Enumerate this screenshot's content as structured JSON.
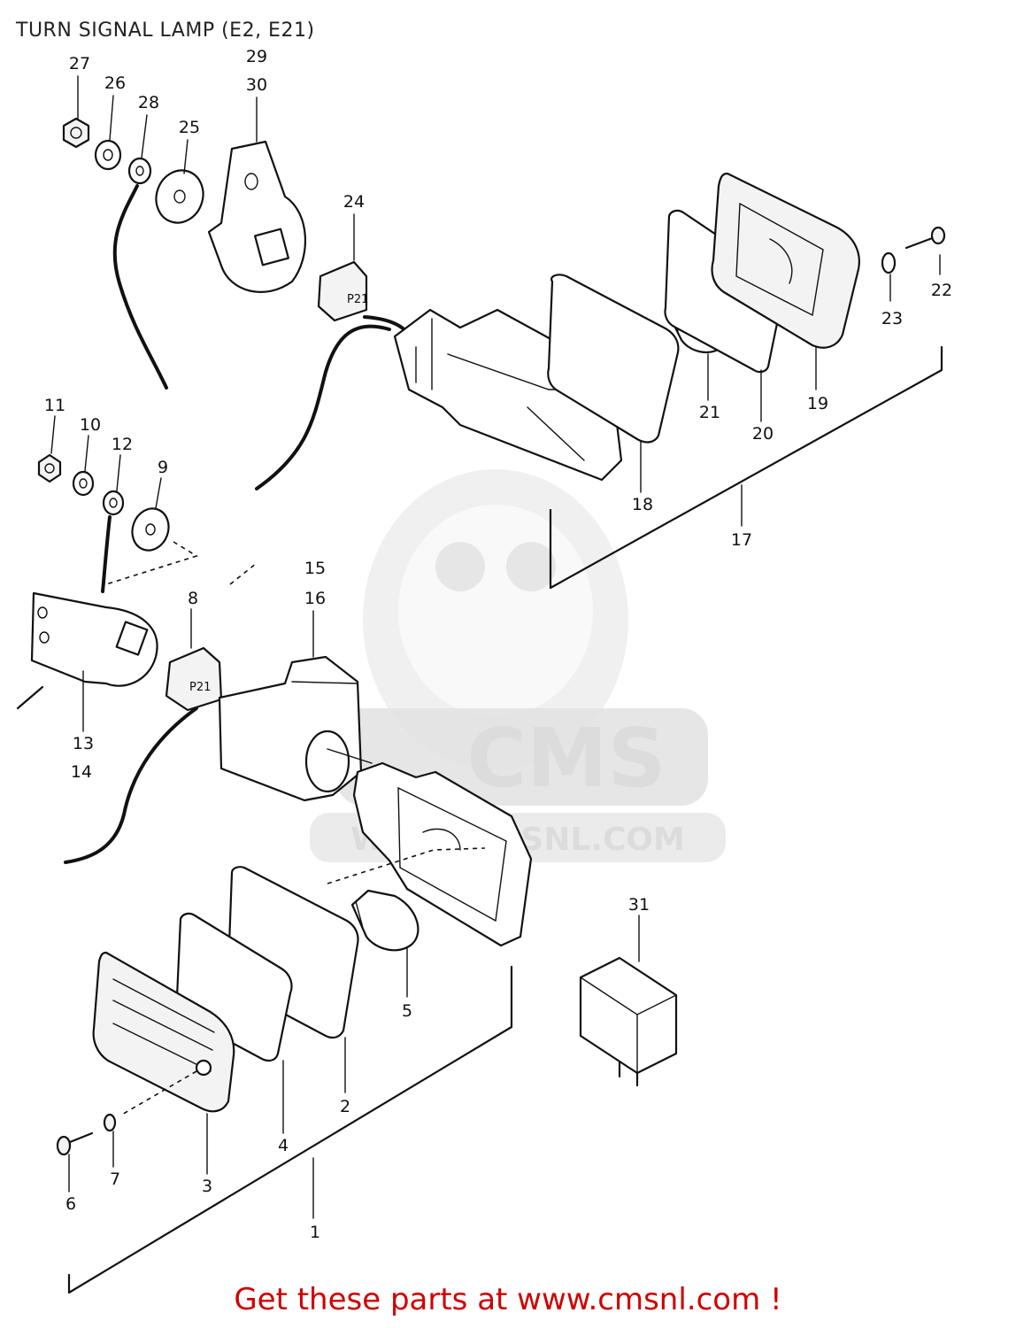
{
  "title": "TURN SIGNAL LAMP (E2, E21)",
  "footer": "Get these parts at www.cmsnl.com !",
  "watermark": {
    "logo_text": "CMS",
    "url_text": "WWW.CMSNL.COM"
  },
  "accent_color": "#d00000",
  "callouts": [
    "27",
    "26",
    "28",
    "25",
    "29",
    "30",
    "24",
    "22",
    "23",
    "19",
    "21",
    "20",
    "18",
    "17",
    "11",
    "10",
    "12",
    "9",
    "15",
    "16",
    "8",
    "13",
    "14",
    "31",
    "5",
    "2",
    "4",
    "3",
    "7",
    "6",
    "1"
  ],
  "part_markings": {
    "socket_label": "P21"
  }
}
